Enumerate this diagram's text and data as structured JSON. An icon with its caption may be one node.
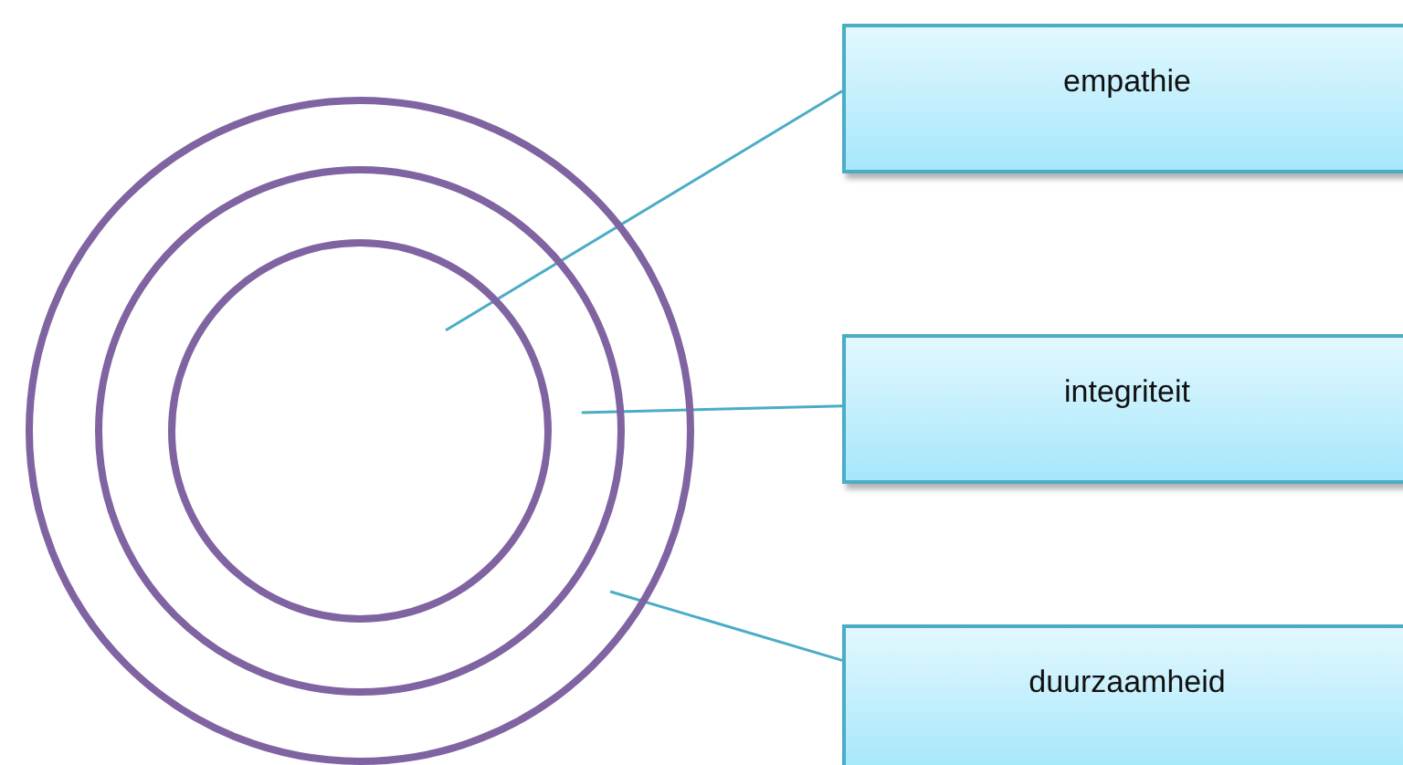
{
  "diagram": {
    "nodes": [
      {
        "text": [],
        "shape": "circle"
      },
      {
        "text": [],
        "shape": "circle",
        "in": 0
      },
      {
        "text": [],
        "shape": "circle",
        "in": 1
      },
      {
        "text": [
          "empathie"
        ]
      },
      {
        "text": [
          "integriteit"
        ]
      },
      {
        "text": [
          "duurzaamheid"
        ]
      }
    ],
    "edges": [
      {
        "from": 3,
        "to": 2,
        "arrow": "none"
      },
      {
        "from": 4,
        "to": 1,
        "arrow": "none"
      },
      {
        "from": 5,
        "to": 0,
        "arrow": "none"
      }
    ]
  }
}
